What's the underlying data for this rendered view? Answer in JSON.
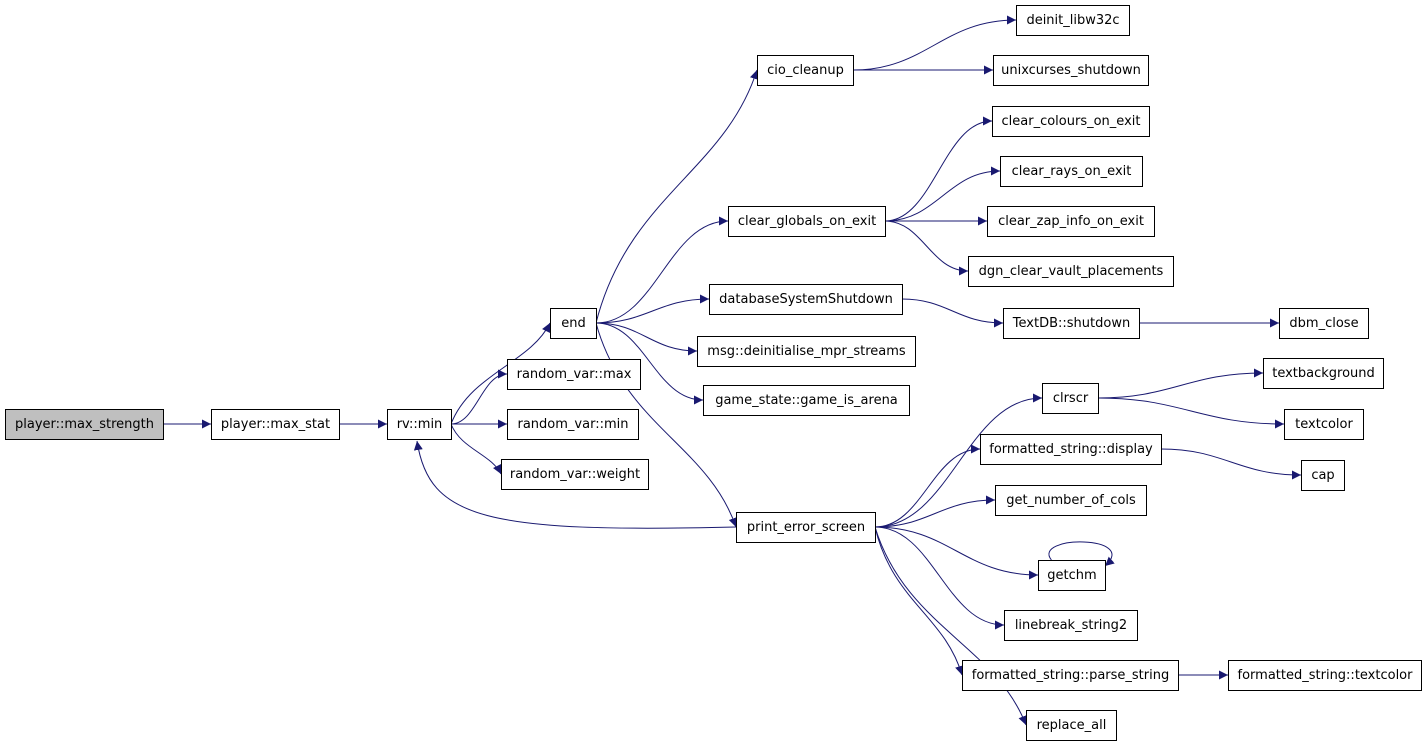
{
  "graph": {
    "edge_color": "#191970",
    "root_fill": "#bfbfbf",
    "nodes": [
      {
        "id": "max_strength",
        "label": "player::max_strength"
      },
      {
        "id": "max_stat",
        "label": "player::max_stat"
      },
      {
        "id": "rv_min",
        "label": "rv::min"
      },
      {
        "id": "end",
        "label": "end"
      },
      {
        "id": "rv_max",
        "label": "random_var::max"
      },
      {
        "id": "rv_min2",
        "label": "random_var::min"
      },
      {
        "id": "rv_weight",
        "label": "random_var::weight"
      },
      {
        "id": "cio_cleanup",
        "label": "cio_cleanup"
      },
      {
        "id": "deinit",
        "label": "deinit_libw32c"
      },
      {
        "id": "unixcurses",
        "label": "unixcurses_shutdown"
      },
      {
        "id": "clear_globals",
        "label": "clear_globals_on_exit"
      },
      {
        "id": "clear_colours",
        "label": "clear_colours_on_exit"
      },
      {
        "id": "clear_rays",
        "label": "clear_rays_on_exit"
      },
      {
        "id": "clear_zap",
        "label": "clear_zap_info_on_exit"
      },
      {
        "id": "dgn_clear",
        "label": "dgn_clear_vault_placements"
      },
      {
        "id": "dbshutdown",
        "label": "databaseSystemShutdown"
      },
      {
        "id": "textdb",
        "label": "TextDB::shutdown"
      },
      {
        "id": "dbm_close",
        "label": "dbm_close"
      },
      {
        "id": "msg_deinit",
        "label": "msg::deinitialise_mpr_streams"
      },
      {
        "id": "game_arena",
        "label": "game_state::game_is_arena"
      },
      {
        "id": "print_err",
        "label": "print_error_screen"
      },
      {
        "id": "clrscr",
        "label": "clrscr"
      },
      {
        "id": "textbg",
        "label": "textbackground"
      },
      {
        "id": "textcolor",
        "label": "textcolor"
      },
      {
        "id": "fs_display",
        "label": "formatted_string::display"
      },
      {
        "id": "cap",
        "label": "cap"
      },
      {
        "id": "get_cols",
        "label": "get_number_of_cols"
      },
      {
        "id": "getchm",
        "label": "getchm"
      },
      {
        "id": "linebreak",
        "label": "linebreak_string2"
      },
      {
        "id": "fs_parse",
        "label": "formatted_string::parse_string"
      },
      {
        "id": "fs_textcolor",
        "label": "formatted_string::textcolor"
      },
      {
        "id": "replace_all",
        "label": "replace_all"
      }
    ],
    "edges": [
      [
        "max_strength",
        "max_stat"
      ],
      [
        "max_stat",
        "rv_min"
      ],
      [
        "rv_min",
        "end"
      ],
      [
        "rv_min",
        "rv_max"
      ],
      [
        "rv_min",
        "rv_min2"
      ],
      [
        "rv_min",
        "rv_weight"
      ],
      [
        "end",
        "cio_cleanup"
      ],
      [
        "end",
        "clear_globals"
      ],
      [
        "end",
        "dbshutdown"
      ],
      [
        "end",
        "msg_deinit"
      ],
      [
        "end",
        "game_arena"
      ],
      [
        "end",
        "print_err"
      ],
      [
        "cio_cleanup",
        "deinit"
      ],
      [
        "cio_cleanup",
        "unixcurses"
      ],
      [
        "clear_globals",
        "clear_colours"
      ],
      [
        "clear_globals",
        "clear_rays"
      ],
      [
        "clear_globals",
        "clear_zap"
      ],
      [
        "clear_globals",
        "dgn_clear"
      ],
      [
        "dbshutdown",
        "textdb"
      ],
      [
        "textdb",
        "dbm_close"
      ],
      [
        "print_err",
        "rv_min"
      ],
      [
        "print_err",
        "clrscr"
      ],
      [
        "print_err",
        "fs_display"
      ],
      [
        "print_err",
        "get_cols"
      ],
      [
        "print_err",
        "getchm"
      ],
      [
        "print_err",
        "linebreak"
      ],
      [
        "print_err",
        "fs_parse"
      ],
      [
        "print_err",
        "replace_all"
      ],
      [
        "clrscr",
        "textbg"
      ],
      [
        "clrscr",
        "textcolor"
      ],
      [
        "fs_display",
        "cap"
      ],
      [
        "getchm",
        "getchm"
      ],
      [
        "fs_parse",
        "fs_textcolor"
      ]
    ]
  }
}
